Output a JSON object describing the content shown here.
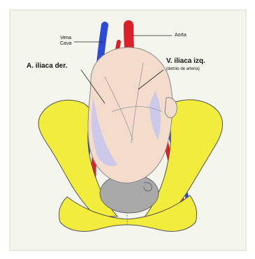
{
  "labels": {
    "vena_cava": "Vena\nCava",
    "aorta": "Aorta",
    "a_iliaca_der": "A. iliaca der.",
    "v_iliaca_izq": "V. iliaca izq.",
    "v_iliaca_izq_note": "(detrás de arteria)"
  },
  "colors": {
    "background": "#f4f6ee",
    "pelvis": "#f2ec3c",
    "uterus": "#f3dccb",
    "vein": "#2d4bd6",
    "artery": "#dd1f2a",
    "fetal_head": "#a9a9a9"
  }
}
